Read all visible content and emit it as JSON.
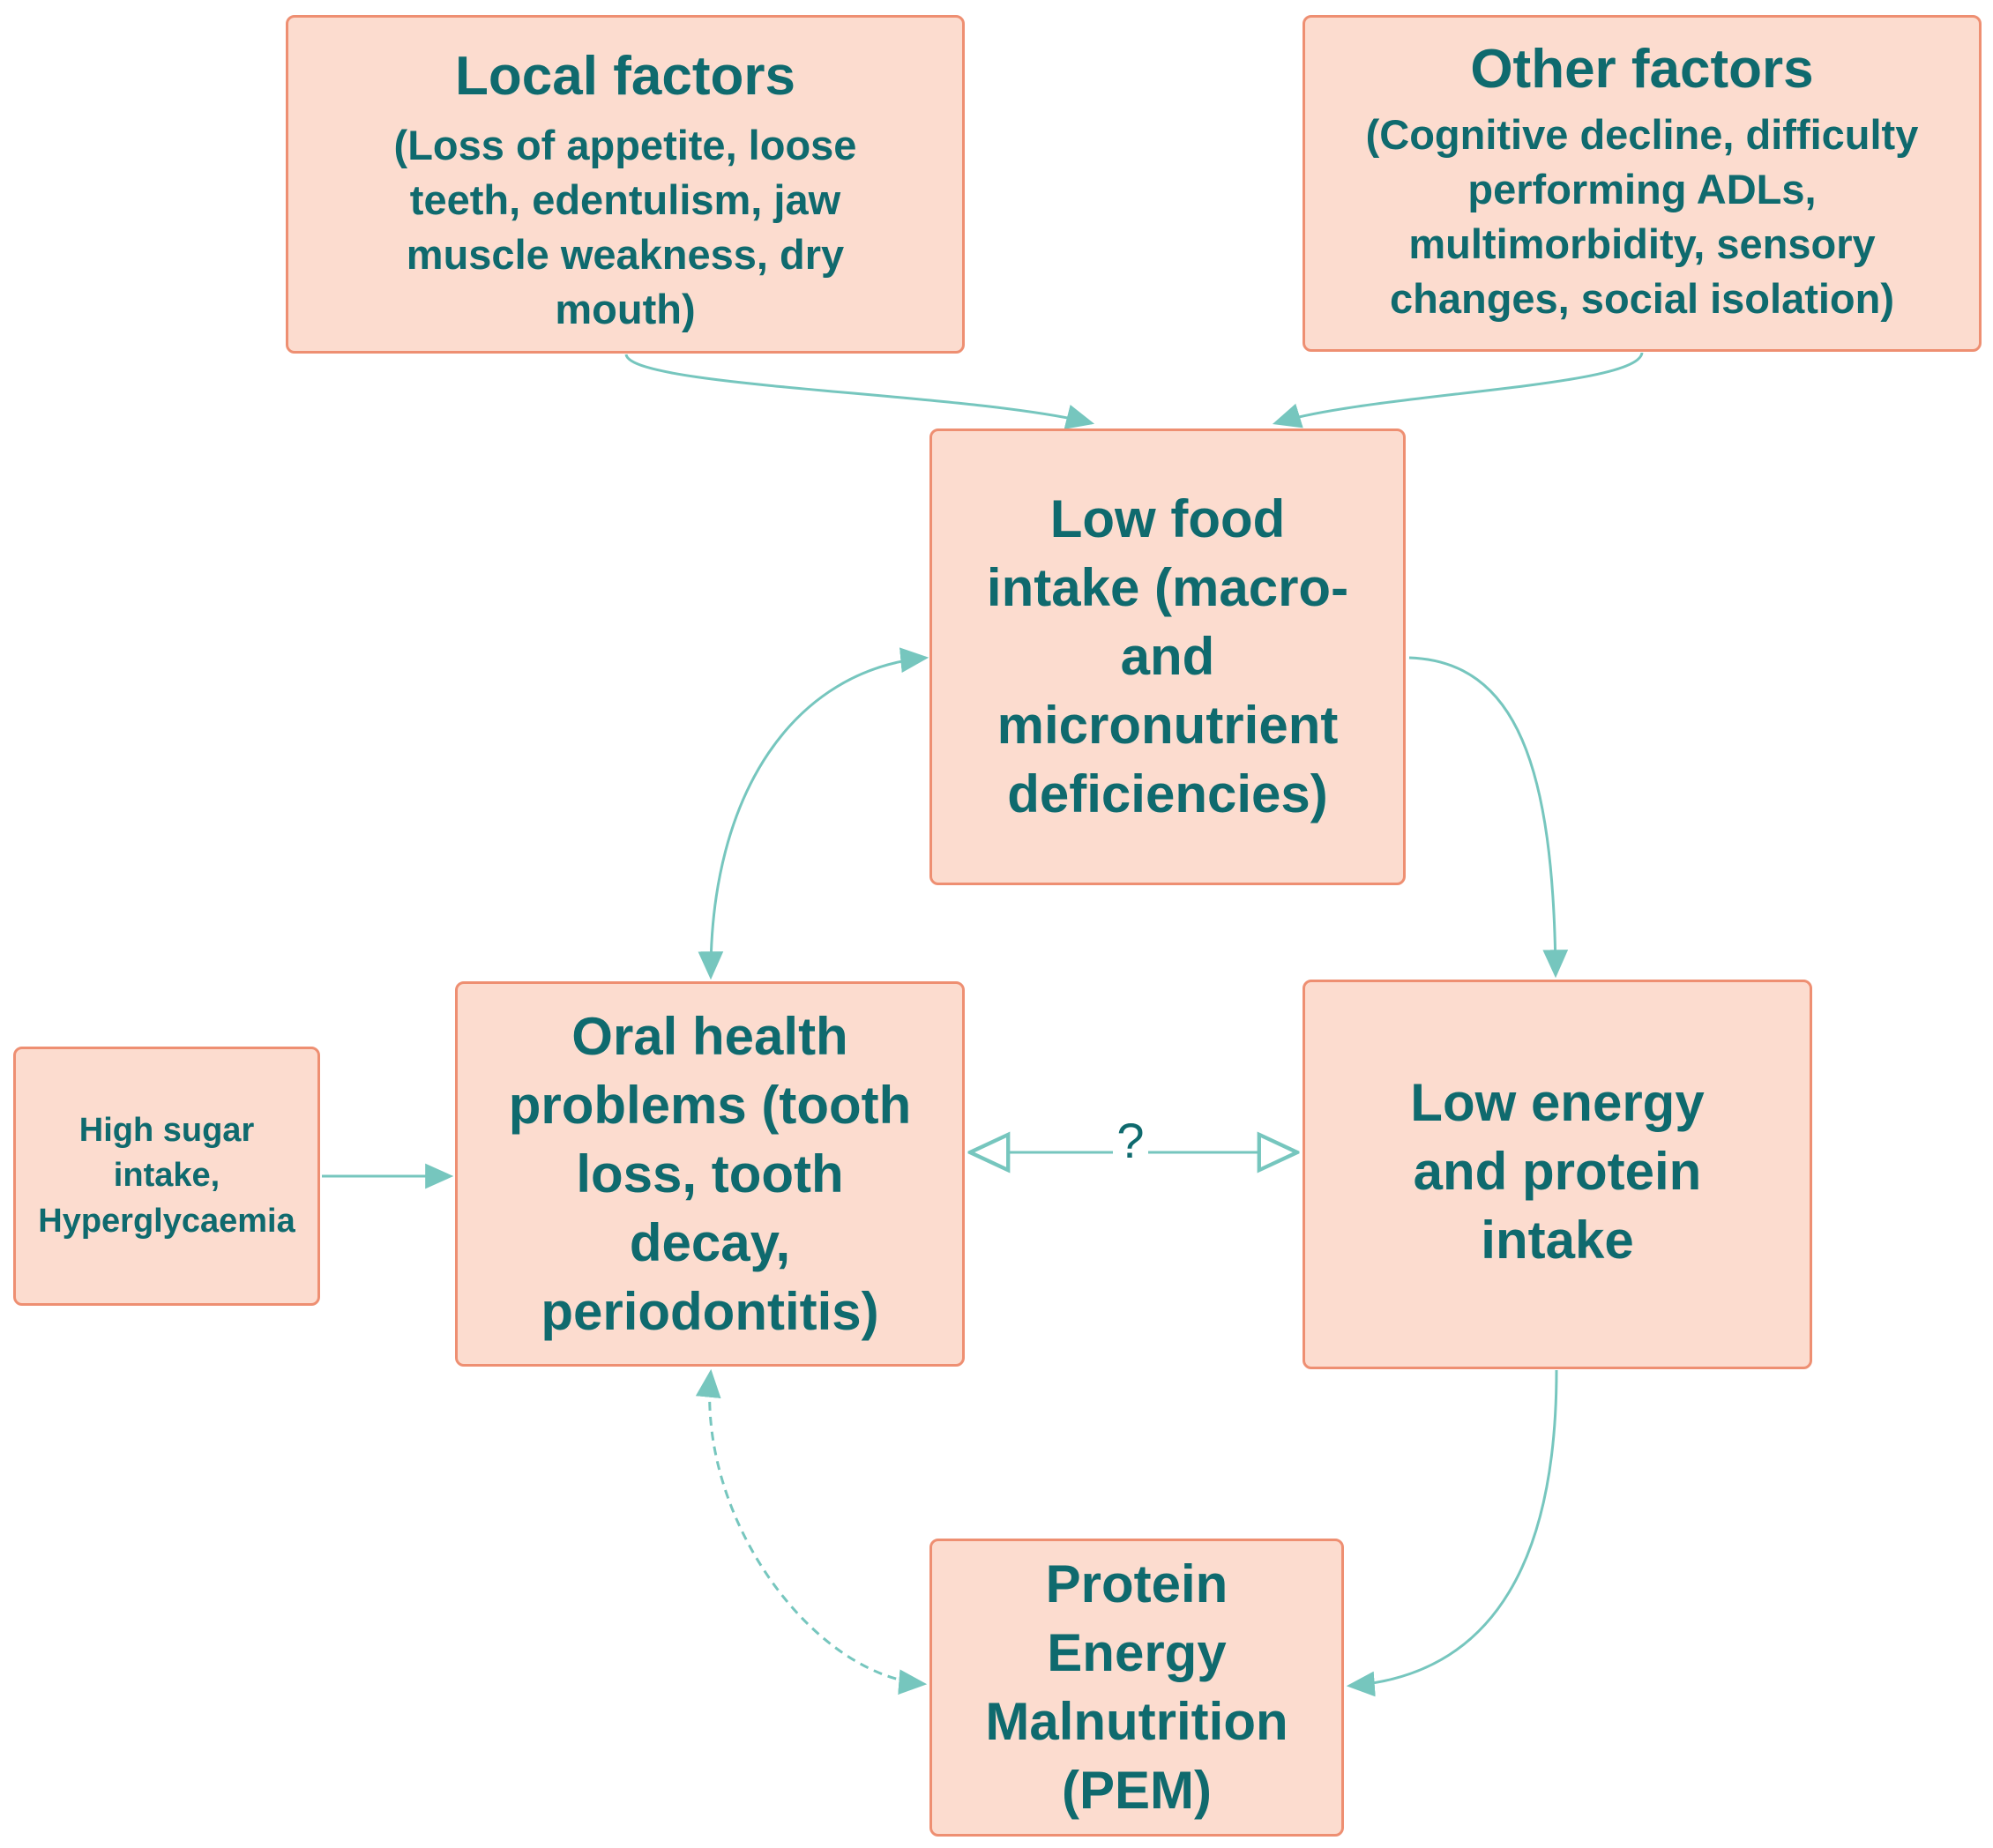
{
  "nodes": {
    "local": {
      "title": "Local factors",
      "detail": "(Loss of appetite, loose teeth, edentulism, jaw muscle weakness, dry mouth)"
    },
    "other": {
      "title": "Other factors",
      "detail": "(Cognitive decline, difficulty performing ADLs, multimorbidity, sensory changes, social isolation)"
    },
    "low_food": {
      "label": "Low food intake (macro- and micronutrient deficiencies)"
    },
    "sugar": {
      "label": "High sugar intake, Hyperglycaemia"
    },
    "oral": {
      "label": "Oral health problems (tooth loss, tooth decay, periodontitis)"
    },
    "energy": {
      "label": "Low energy and protein intake"
    },
    "pem": {
      "label": "Protein Energy Malnutrition (PEM)"
    }
  },
  "edges": {
    "oral_energy_label": "?"
  },
  "colors": {
    "box_fill": "#fcdccf",
    "box_border": "#ee8f72",
    "text": "#0f6a6e",
    "connector": "#76c6be"
  }
}
